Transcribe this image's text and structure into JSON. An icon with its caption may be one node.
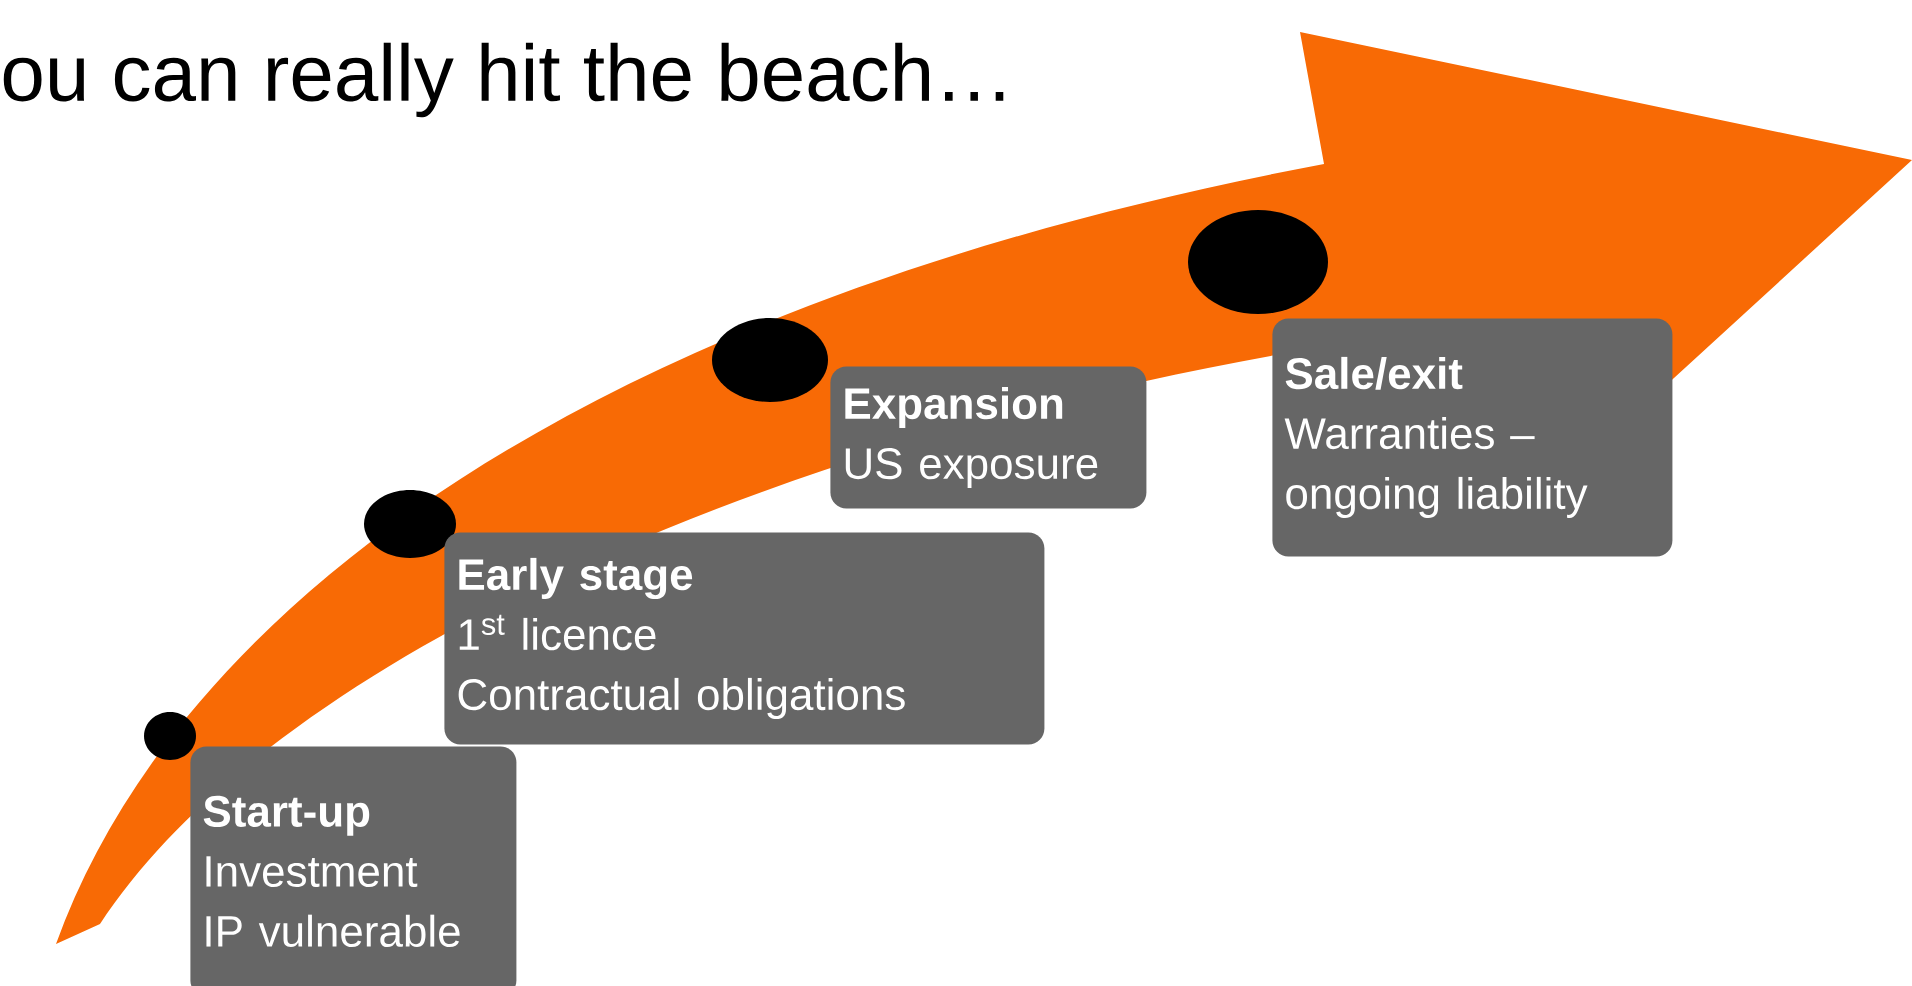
{
  "diagram": {
    "title": "ou can really hit the beach…",
    "nodes": [
      {
        "text": [
          "Start-up",
          "Investment",
          "IP vulnerable"
        ]
      },
      {
        "text": [
          "Early stage",
          "1$^{st}$ licence",
          "Contractual obligations"
        ]
      },
      {
        "text": [
          "Expansion",
          "US exposure"
        ]
      },
      {
        "text": [
          "Sale/exit",
          "Warranties – ongoing liability"
        ]
      }
    ]
  }
}
